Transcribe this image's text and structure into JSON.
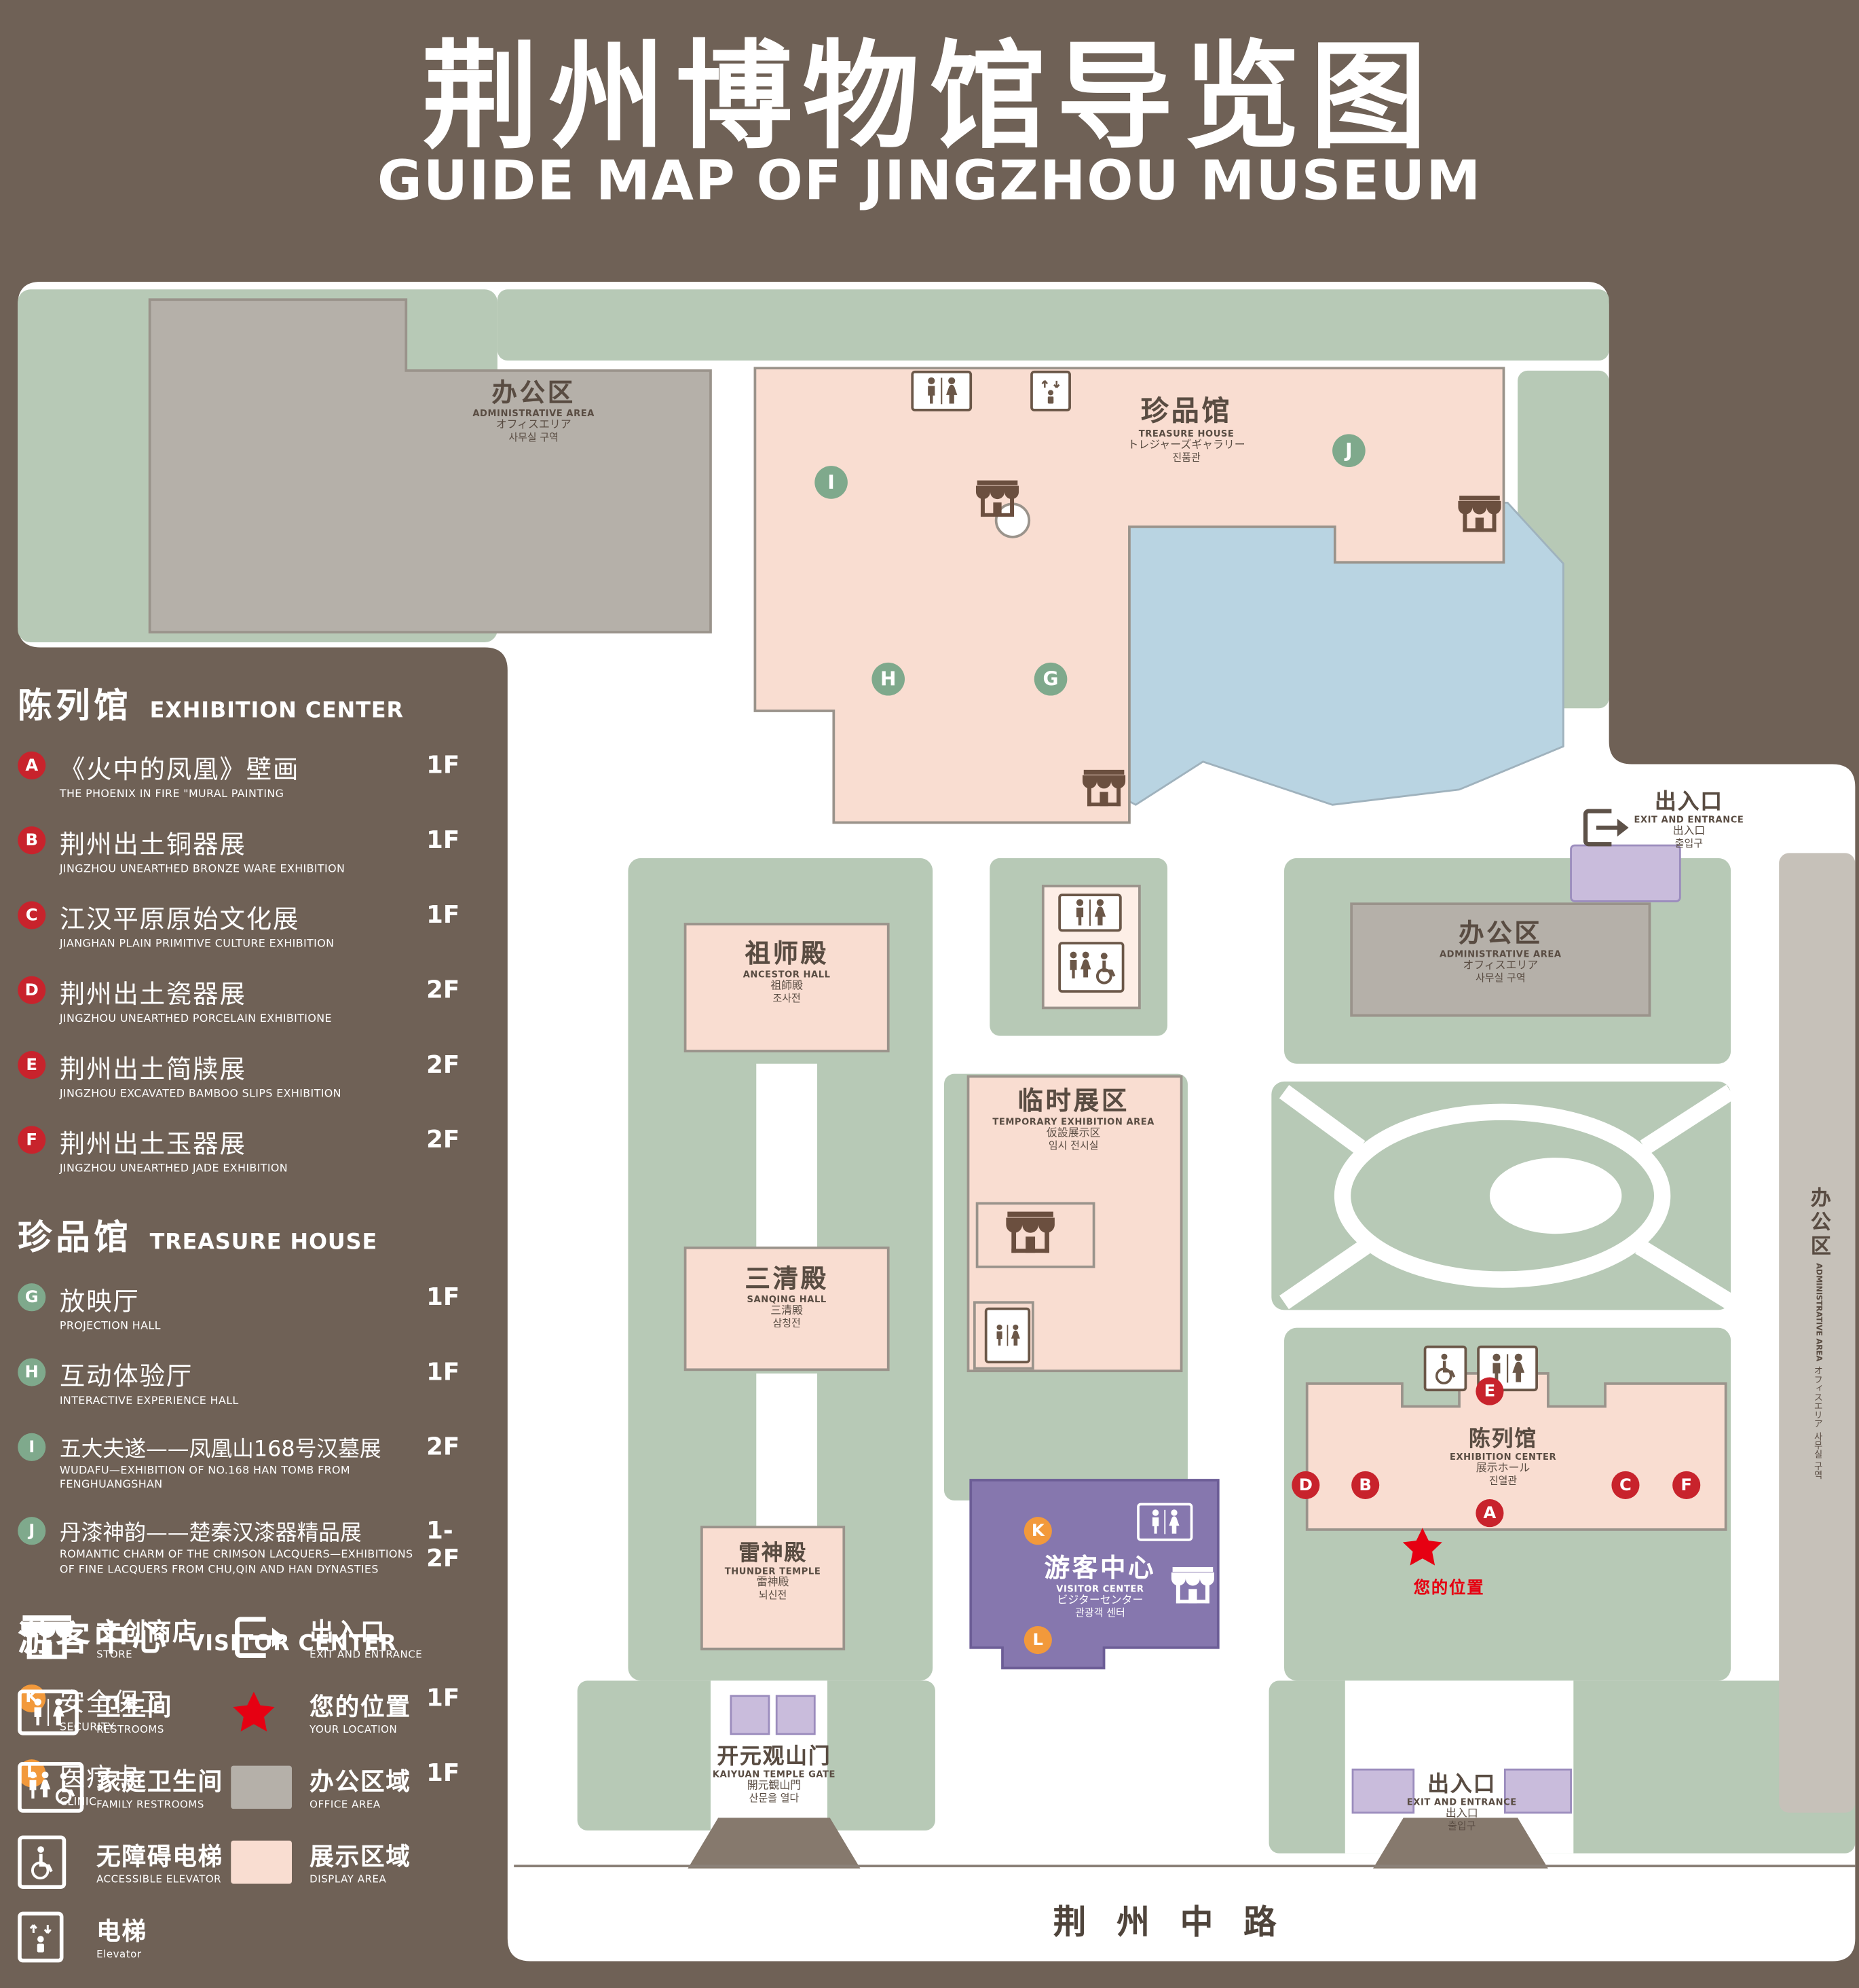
{
  "title": {
    "zh": "荆州博物馆导览图",
    "en": "GUIDE MAP OF JINGZHOU MUSEUM"
  },
  "colors": {
    "background": "#6F6156",
    "area_green": "#B7C9B6",
    "display_pink": "#F9DDD1",
    "office_gray": "#B5B0A9",
    "lake_blue": "#B9D4E2",
    "visitor_purple": "#8677AE",
    "entrance_lavender": "#C9BCDC",
    "marker_red": "#C8232C",
    "marker_green": "#7FA98C",
    "marker_orange": "#F2993B",
    "location_red": "#E60012"
  },
  "legend": {
    "sections": [
      {
        "zh": "陈列馆",
        "en": "EXHIBITION CENTER",
        "items": [
          {
            "letter": "A",
            "zh": "《火中的凤凰》壁画",
            "en": "THE PHOENIX IN FIRE \"MURAL PAINTING",
            "floor": "1F"
          },
          {
            "letter": "B",
            "zh": "荆州出土铜器展",
            "en": "JINGZHOU UNEARTHED BRONZE WARE EXHIBITION",
            "floor": "1F"
          },
          {
            "letter": "C",
            "zh": "江汉平原原始文化展",
            "en": "JIANGHAN PLAIN PRIMITIVE CULTURE EXHIBITION",
            "floor": "1F"
          },
          {
            "letter": "D",
            "zh": "荆州出土瓷器展",
            "en": "JINGZHOU UNEARTHED PORCELAIN EXHIBITIONE",
            "floor": "2F"
          },
          {
            "letter": "E",
            "zh": "荆州出土简牍展",
            "en": "JINGZHOU EXCAVATED BAMBOO SLIPS EXHIBITION",
            "floor": "2F"
          },
          {
            "letter": "F",
            "zh": "荆州出土玉器展",
            "en": "JINGZHOU UNEARTHED JADE EXHIBITION",
            "floor": "2F"
          }
        ]
      },
      {
        "zh": "珍品馆",
        "en": "TREASURE HOUSE",
        "items": [
          {
            "letter": "G",
            "zh": "放映厅",
            "en": "PROJECTION HALL",
            "floor": "1F"
          },
          {
            "letter": "H",
            "zh": "互动体验厅",
            "en": "INTERACTIVE EXPERIENCE HALL",
            "floor": "1F"
          },
          {
            "letter": "I",
            "zh": "五大夫遂——凤凰山168号汉墓展",
            "en": "WUDAFU—EXHIBITION OF NO.168 HAN TOMB FROM FENGHUANGSHAN",
            "floor": "2F"
          },
          {
            "letter": "J",
            "zh": "丹漆神韵——楚秦汉漆器精品展",
            "en": "ROMANTIC CHARM OF THE CRIMSON LACQUERS—EXHIBITIONS OF FINE LACQUERS FROM CHU,QIN AND HAN DYNASTIES",
            "floor": "1-2F"
          }
        ]
      },
      {
        "zh": "游客中心",
        "en": "VISITOR CENTER",
        "items": [
          {
            "letter": "K",
            "zh": "安全保卫",
            "en": "SECURITY",
            "floor": "1F"
          },
          {
            "letter": "L",
            "zh": "医疗点",
            "en": "CLINIC",
            "floor": "1F"
          }
        ]
      }
    ],
    "symbols_col1": [
      {
        "zh": "文创商店",
        "en": "STORE",
        "icon": "store-icon"
      },
      {
        "zh": "卫生间",
        "en": "RESTROOMS",
        "icon": "restroom-icon"
      },
      {
        "zh": "家庭卫生间",
        "en": "FAMILY RESTROOMS",
        "icon": "family-restroom-icon"
      },
      {
        "zh": "无障碍电梯",
        "en": "ACCESSIBLE ELEVATOR",
        "icon": "accessible-elevator-icon"
      },
      {
        "zh": "电梯",
        "en": "Elevator",
        "icon": "elevator-icon"
      }
    ],
    "symbols_col2": [
      {
        "zh": "出入口",
        "en": "EXIT AND ENTRANCE",
        "icon": "exit-icon"
      },
      {
        "zh": "您的位置",
        "en": "YOUR LOCATION",
        "icon": "location-star-icon"
      },
      {
        "zh": "办公区域",
        "en": "OFFICE AREA",
        "swatch": "office"
      },
      {
        "zh": "展示区域",
        "en": "DISPLAY AREA",
        "swatch": "display"
      }
    ]
  },
  "map": {
    "admin_nw": {
      "zh": "办公区",
      "en": "ADMINISTRATIVE AREA",
      "ja": "オフィスエリア",
      "ko": "사무실 구역"
    },
    "treasure_house": {
      "zh": "珍品馆",
      "en": "TREASURE HOUSE",
      "ja": "トレジャーズギャラリー",
      "ko": "진품관"
    },
    "exit_ne": {
      "zh": "出入口",
      "en": "EXIT AND ENTRANCE",
      "ja": "出入口",
      "ko": "출입구"
    },
    "ancestor_hall": {
      "zh": "祖师殿",
      "en": "ANCESTOR HALL",
      "ja": "祖師殿",
      "ko": "조사전"
    },
    "admin_e": {
      "zh": "办公区",
      "en": "ADMINISTRATIVE AREA",
      "ja": "オフィスエリア",
      "ko": "사무실 구역"
    },
    "temp_exhibition": {
      "zh": "临时展区",
      "en": "TEMPORARY EXHIBITION AREA",
      "ja": "仮設展示区",
      "ko": "임시 전시실"
    },
    "sanqing_hall": {
      "zh": "三清殿",
      "en": "SANQING HALL",
      "ja": "三清殿",
      "ko": "삼청전"
    },
    "thunder_temple": {
      "zh": "雷神殿",
      "en": "THUNDER TEMPLE",
      "ja": "雷神殿",
      "ko": "뇌신전"
    },
    "exhibition_center": {
      "zh": "陈列馆",
      "en": "EXHIBITION CENTER",
      "ja": "展示ホール",
      "ko": "진열관"
    },
    "your_location": {
      "zh": "您的位置"
    },
    "visitor_center": {
      "zh": "游客中心",
      "en": "VISITOR CENTER",
      "ja": "ビジターセンター",
      "ko": "관광객 센터"
    },
    "gate": {
      "zh": "开元观山门",
      "en": "KAIYUAN TEMPLE GATE",
      "ja": "開元観山門",
      "ko": "산문을 열다"
    },
    "exit_s": {
      "zh": "出入口",
      "en": "EXIT AND ENTRANCE",
      "ja": "出入口",
      "ko": "출입구"
    },
    "admin_strip": {
      "zh": "办公区",
      "en": "ADMINISTRATIVE AREA",
      "ja": "オフィスエリア",
      "ko": "사무실 구역"
    },
    "road": {
      "zh": "荆州中路"
    },
    "markers": {
      "green": [
        "I",
        "J",
        "H",
        "G"
      ],
      "red": [
        "E",
        "D",
        "B",
        "C",
        "F",
        "A"
      ],
      "orange": [
        "K",
        "L"
      ]
    }
  }
}
